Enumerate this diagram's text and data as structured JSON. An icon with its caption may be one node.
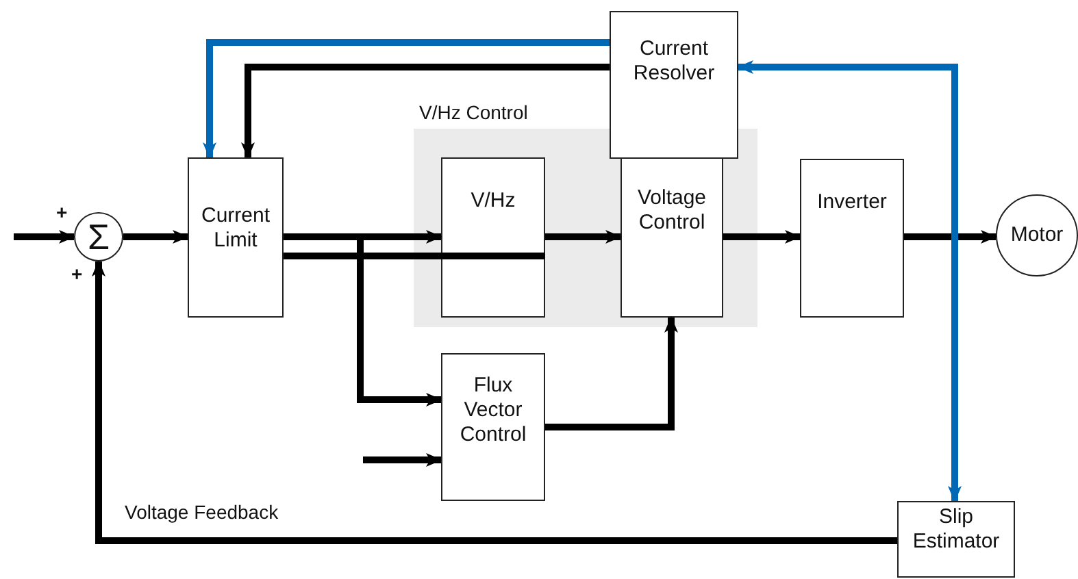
{
  "diagram": {
    "nodes": [
      {
        "text": [
          "Σ"
        ]
      },
      {
        "text": [
          "Current Limit"
        ]
      },
      {
        "text": [
          "V/Hz Control"
        ]
      },
      {
        "text": [
          "V/Hz"
        ],
        "in": 2
      },
      {
        "text": [
          "Voltage Control"
        ],
        "in": 2
      },
      {
        "text": [
          "Current Resolver"
        ]
      },
      {
        "text": [
          "Inverter"
        ]
      },
      {
        "text": [
          "Motor"
        ]
      },
      {
        "text": [
          "Flux Vector Control"
        ]
      },
      {
        "text": [
          "Slip Estimator"
        ]
      }
    ],
    "edges": [
      {
        "from": null,
        "to": 0,
        "arrow": "to"
      },
      {
        "from": 0,
        "to": 1,
        "arrow": "to"
      },
      {
        "from": 1,
        "to": 3,
        "arrow": "to"
      },
      {
        "from": 1,
        "to": 8,
        "arrow": "to"
      },
      {
        "from": 3,
        "to": 4,
        "arrow": "to"
      },
      {
        "from": 4,
        "to": 6,
        "arrow": "to"
      },
      {
        "from": 6,
        "to": 7,
        "arrow": "to"
      },
      {
        "from": 8,
        "to": 4,
        "arrow": "to"
      },
      {
        "from": null,
        "to": 8,
        "arrow": "to"
      },
      {
        "from": 1,
        "to": 3,
        "arrow": "none"
      },
      {
        "from": 5,
        "to": 1,
        "arrow": "to"
      },
      {
        "from": 5,
        "to": 1,
        "arrow": "to",
        "color": "#0068b4"
      },
      {
        "from": 5,
        "to": 9,
        "arrow": "both",
        "color": "#0068b4"
      },
      {
        "from": 9,
        "to": 0,
        "arrow": "to",
        "label": "Voltage Feedback"
      }
    ],
    "labels": [
      "+",
      "+"
    ]
  }
}
